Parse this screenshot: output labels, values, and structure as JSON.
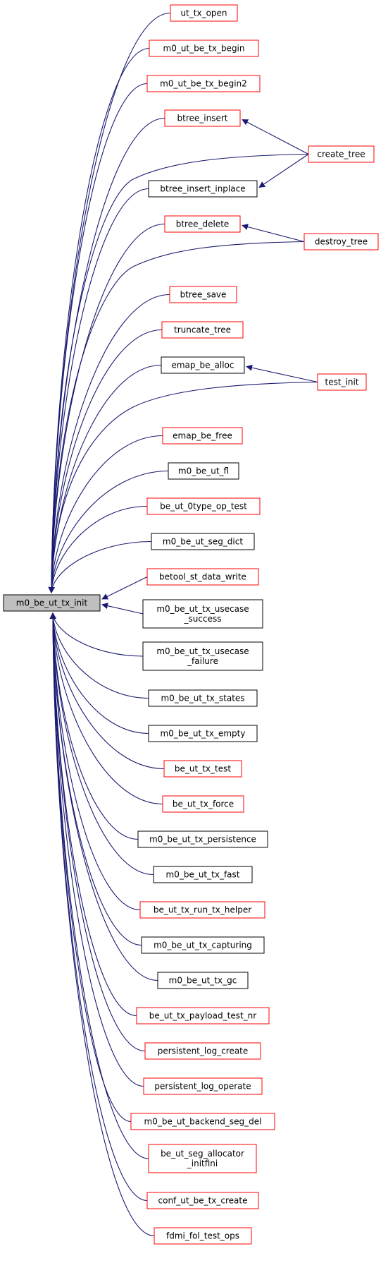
{
  "diagram": {
    "colors": {
      "edge": "#191970",
      "border_plain": "#000000",
      "border_red": "#ff0000",
      "root_fill": "#bfbfbf",
      "node_fill": "#ffffff"
    },
    "root": {
      "id": "root",
      "lines": [
        "m0_be_ut_tx_init"
      ],
      "border": "plain",
      "highlight": true
    },
    "callers": [
      {
        "id": "n1",
        "lines": [
          "ut_tx_open"
        ],
        "border": "red"
      },
      {
        "id": "n2",
        "lines": [
          "m0_ut_be_tx_begin"
        ],
        "border": "red"
      },
      {
        "id": "n3",
        "lines": [
          "m0_ut_be_tx_begin2"
        ],
        "border": "red"
      },
      {
        "id": "n4",
        "lines": [
          "btree_insert"
        ],
        "border": "red"
      },
      {
        "id": "n5",
        "lines": [
          "btree_insert_inplace"
        ],
        "border": "plain"
      },
      {
        "id": "n6",
        "lines": [
          "btree_delete"
        ],
        "border": "red"
      },
      {
        "id": "n7",
        "lines": [
          "btree_save"
        ],
        "border": "red"
      },
      {
        "id": "n8",
        "lines": [
          "truncate_tree"
        ],
        "border": "red"
      },
      {
        "id": "n9",
        "lines": [
          "emap_be_alloc"
        ],
        "border": "plain"
      },
      {
        "id": "n10",
        "lines": [
          "emap_be_free"
        ],
        "border": "red"
      },
      {
        "id": "n11",
        "lines": [
          "m0_be_ut_fl"
        ],
        "border": "plain"
      },
      {
        "id": "n12",
        "lines": [
          "be_ut_0type_op_test"
        ],
        "border": "red"
      },
      {
        "id": "n13",
        "lines": [
          "m0_be_ut_seg_dict"
        ],
        "border": "plain"
      },
      {
        "id": "n14",
        "lines": [
          "betool_st_data_write"
        ],
        "border": "red"
      },
      {
        "id": "n15",
        "lines": [
          "m0_be_ut_tx_usecase",
          "_success"
        ],
        "border": "plain"
      },
      {
        "id": "n16",
        "lines": [
          "m0_be_ut_tx_usecase",
          "_failure"
        ],
        "border": "plain"
      },
      {
        "id": "n17",
        "lines": [
          "m0_be_ut_tx_states"
        ],
        "border": "plain"
      },
      {
        "id": "n18",
        "lines": [
          "m0_be_ut_tx_empty"
        ],
        "border": "plain"
      },
      {
        "id": "n19",
        "lines": [
          "be_ut_tx_test"
        ],
        "border": "red"
      },
      {
        "id": "n20",
        "lines": [
          "be_ut_tx_force"
        ],
        "border": "red"
      },
      {
        "id": "n21",
        "lines": [
          "m0_be_ut_tx_persistence"
        ],
        "border": "plain"
      },
      {
        "id": "n22",
        "lines": [
          "m0_be_ut_tx_fast"
        ],
        "border": "plain"
      },
      {
        "id": "n23",
        "lines": [
          "be_ut_tx_run_tx_helper"
        ],
        "border": "red"
      },
      {
        "id": "n24",
        "lines": [
          "m0_be_ut_tx_capturing"
        ],
        "border": "plain"
      },
      {
        "id": "n25",
        "lines": [
          "m0_be_ut_tx_gc"
        ],
        "border": "plain"
      },
      {
        "id": "n26",
        "lines": [
          "be_ut_tx_payload_test_nr"
        ],
        "border": "red"
      },
      {
        "id": "n27",
        "lines": [
          "persistent_log_create"
        ],
        "border": "red"
      },
      {
        "id": "n28",
        "lines": [
          "persistent_log_operate"
        ],
        "border": "red"
      },
      {
        "id": "n29",
        "lines": [
          "m0_be_ut_backend_seg_del"
        ],
        "border": "red"
      },
      {
        "id": "n30",
        "lines": [
          "be_ut_seg_allocator",
          "_initfini"
        ],
        "border": "red"
      },
      {
        "id": "n31",
        "lines": [
          "conf_ut_be_tx_create"
        ],
        "border": "red"
      },
      {
        "id": "n32",
        "lines": [
          "fdmi_fol_test_ops"
        ],
        "border": "red"
      }
    ],
    "secondary": [
      {
        "id": "s1",
        "lines": [
          "create_tree"
        ],
        "border": "red",
        "targets": [
          "n4",
          "n5",
          "root"
        ]
      },
      {
        "id": "s2",
        "lines": [
          "destroy_tree"
        ],
        "border": "red",
        "targets": [
          "n6",
          "root"
        ]
      },
      {
        "id": "s3",
        "lines": [
          "test_init"
        ],
        "border": "red",
        "targets": [
          "n9",
          "root"
        ]
      }
    ]
  }
}
